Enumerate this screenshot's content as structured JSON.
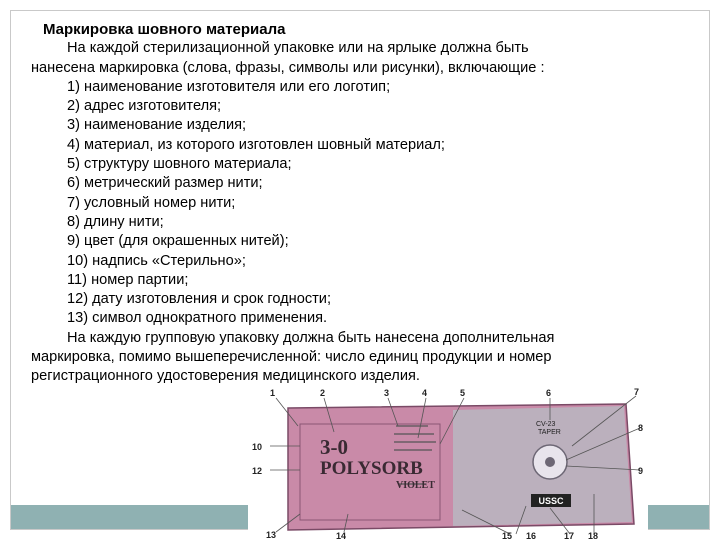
{
  "slide": {
    "title": "Маркировка шовного материала",
    "intro_line1": "На каждой стерилизационной упаковке или на ярлыке должна быть",
    "intro_line2": "нанесена маркировка (слова, фразы, символы или рисунки), включающие :",
    "items": [
      "1) наименование изготовителя или его логотип;",
      "2) адрес изготовителя;",
      "3) наименование изделия;",
      "4) материал, из которого изготовлен шовный материал;",
      "5) структуру шовного материала;",
      "6) метрический размер нити;",
      "7) условный номер нити;",
      "8) длину нити;",
      "9) цвет (для окрашенных нитей);",
      "10) надпись «Стерильно»;",
      "11) номер партии;",
      "12) дату изготовления и срок годности;",
      "13) символ однократного применения."
    ],
    "group_line1": "На каждую групповую упаковку должна быть нанесена дополнительная",
    "group_line2": "маркировка, помимо вышеперечисленной: число единиц продукции и номер",
    "group_line3": "регистрационного удостоверения медицинского изделия."
  },
  "package_photo": {
    "size_text": "3-0",
    "brand_text": "POLYSORB",
    "color_text": "VIOLET",
    "needle_text_line1": "CV-23",
    "needle_text_line2": "TAPER",
    "maker_logo_text": "USSC",
    "callout_numbers": [
      "1",
      "2",
      "3",
      "4",
      "5",
      "6",
      "7",
      "8",
      "9",
      "10",
      "12",
      "13",
      "14",
      "15",
      "16",
      "17",
      "18"
    ]
  },
  "colors": {
    "accent_band": "#8fb1b2",
    "package_purple": "#c98aa8"
  }
}
